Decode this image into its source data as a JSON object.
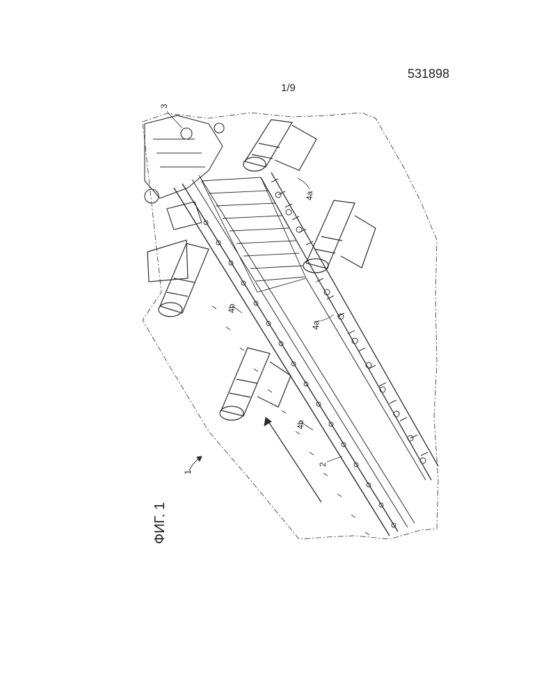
{
  "header": {
    "document_number": "531898",
    "sheet": "1/9"
  },
  "figure": {
    "caption": "ФИГ. 1",
    "reference_labels": {
      "assembly": "1",
      "track": "2",
      "drive_unit": "3",
      "rail_a_upper": "4a",
      "rail_a_lower": "4a",
      "rail_b_upper": "4b",
      "rail_b_lower": "4b"
    }
  }
}
